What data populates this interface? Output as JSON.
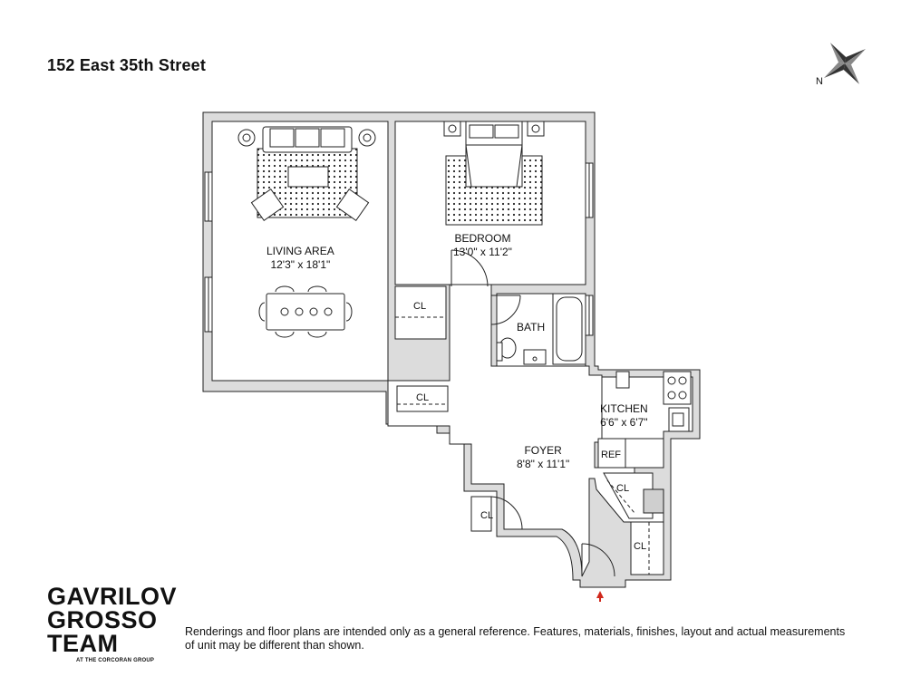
{
  "header": {
    "address": "152 East 35th Street"
  },
  "compass": {
    "north_label": "N",
    "icon": "compass-rose-icon"
  },
  "rooms": {
    "living": {
      "name": "LIVING AREA",
      "dims": "12'3\" x 18'1\""
    },
    "bedroom": {
      "name": "BEDROOM",
      "dims": "13'0\" x 11'2\""
    },
    "bath": {
      "name": "BATH"
    },
    "kitchen": {
      "name": "KITCHEN",
      "dims": "6'6\" x 6'7\""
    },
    "foyer": {
      "name": "FOYER",
      "dims": "8'8\" x 11'1\""
    }
  },
  "fixtures": {
    "closet": "CL",
    "ref": "REF"
  },
  "entry": {
    "icon": "entry-arrow-icon",
    "color": "#d0281c"
  },
  "branding": {
    "line1": "GAVRILOV",
    "line2": "GROSSO",
    "line3": "TEAM",
    "sub": "AT THE CORCORAN GROUP"
  },
  "disclaimer": "Renderings and floor plans are intended only as a general reference. Features, materials, finishes, layout and actual measurements of unit may be different than shown.",
  "colors": {
    "wall_fill": "#dcdcdc",
    "wall_stroke": "#222222",
    "accent": "#d0281c"
  }
}
